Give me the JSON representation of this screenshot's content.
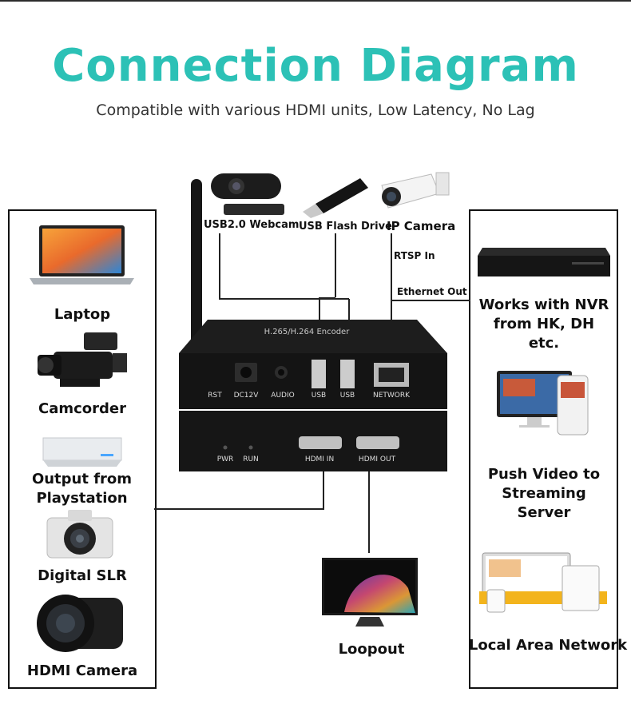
{
  "header": {
    "title": "Connection Diagram",
    "subtitle": "Compatible with various HDMI units, Low Latency, No Lag"
  },
  "inputs": {
    "items": [
      {
        "label": "Laptop"
      },
      {
        "label": "Camcorder"
      },
      {
        "label": "Output from Playstation"
      },
      {
        "label": "Digital SLR"
      },
      {
        "label": "HDMI Camera"
      }
    ]
  },
  "top_devices": {
    "webcam": "USB2.0 Webcam",
    "flash_drive": "USB Flash Drive",
    "ip_camera": "IP Camera",
    "rtsp_in": "RTSP In",
    "ethernet_out": "Ethernet Out"
  },
  "outputs": {
    "items": [
      {
        "label": "Works with NVR from HK, DH etc."
      },
      {
        "label": "Push Video to Streaming Server"
      },
      {
        "label": "Local Area Network"
      }
    ]
  },
  "encoder": {
    "top_text": "H.265/H.264 Encoder",
    "ports_upper": [
      "RST",
      "DC12V",
      "AUDIO",
      "USB",
      "USB",
      "NETWORK"
    ],
    "ports_lower": [
      "PWR",
      "RUN",
      "HDMI IN",
      "HDMI OUT"
    ]
  },
  "monitor": {
    "label": "Loopout"
  },
  "colors": {
    "title": "#2cc1b6",
    "line": "#222222",
    "device": "#141414"
  }
}
